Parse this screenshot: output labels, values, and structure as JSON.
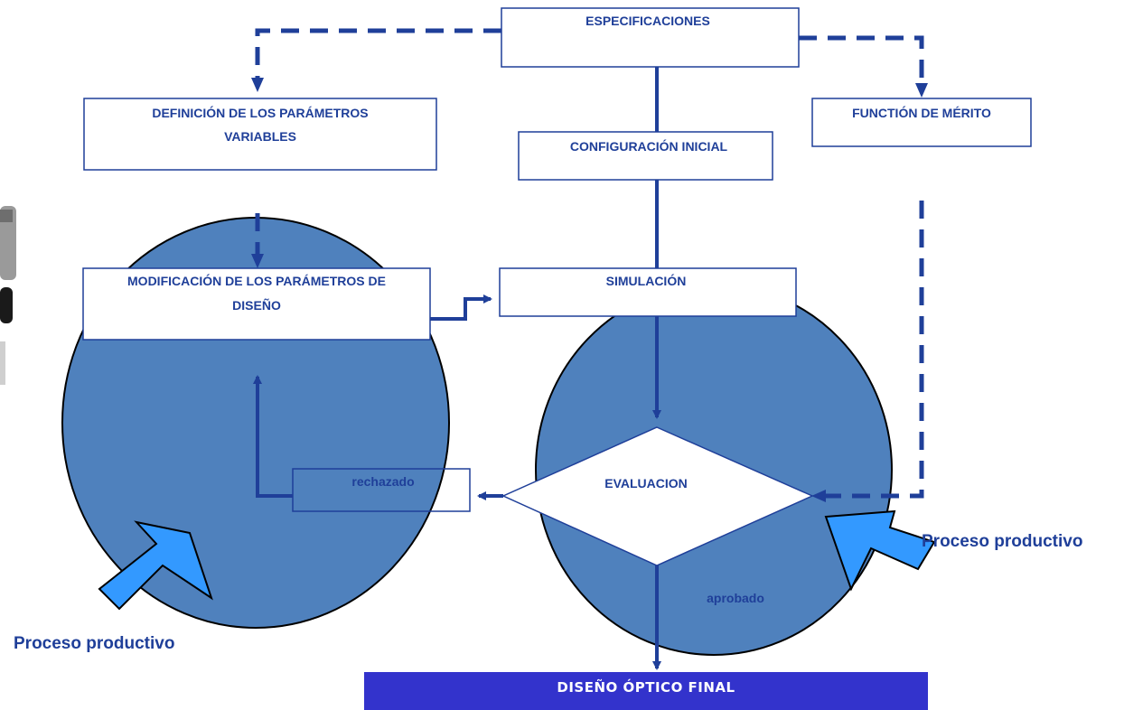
{
  "colors": {
    "line": "#1f3f99",
    "circle_fill": "#4f81bd",
    "arrow_fill": "#3399ff",
    "final_fill": "#3333cc",
    "text": "#1f3f99"
  },
  "nodes": {
    "especificaciones": "ESPECIFICACIONES",
    "definicion": [
      "DEFINICIÓN DE LOS PARÁMETROS",
      "VARIABLES"
    ],
    "funcion_merito": "FUNCTIÓN DE MÉRITO",
    "configuracion": "CONFIGURACIÓN INICIAL",
    "modificacion": [
      "MODIFICACIÓN DE LOS PARÁMETROS DE",
      "DISEÑO"
    ],
    "simulacion": "SIMULACIÓN",
    "rechazado": "rechazado",
    "evaluacion": "EVALUACION",
    "aprobado": "aprobado",
    "final": "DISEÑO ÓPTICO FINAL"
  },
  "labels": {
    "proceso_left": "Proceso productivo",
    "proceso_right": "Proceso productivo"
  }
}
